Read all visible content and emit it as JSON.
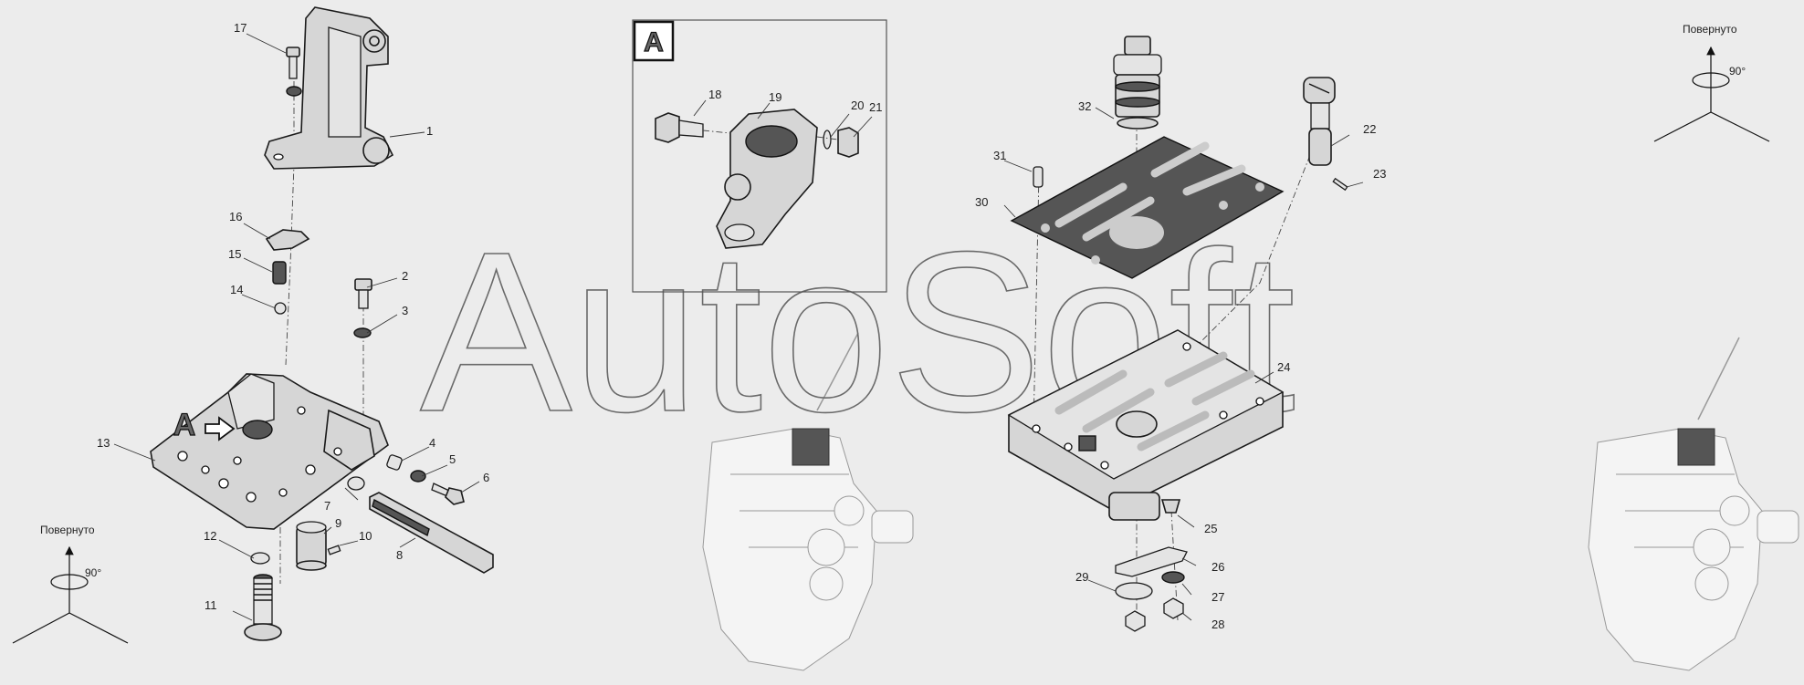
{
  "view_label": "A",
  "detail_box_label": "A",
  "rotation_notes": [
    {
      "text": "Повернуто",
      "angle": "90°"
    },
    {
      "text": "Повернуто",
      "angle": "90°"
    }
  ],
  "watermark": "AutoSoft",
  "callouts": [
    "1",
    "2",
    "3",
    "4",
    "5",
    "6",
    "7",
    "8",
    "9",
    "10",
    "11",
    "12",
    "13",
    "14",
    "15",
    "16",
    "17",
    "18",
    "19",
    "20",
    "21",
    "22",
    "23",
    "24",
    "25",
    "26",
    "27",
    "28",
    "29",
    "30",
    "31",
    "32"
  ],
  "colors": {
    "background": "#ececec",
    "line": "#1a1a1a",
    "part_fill": "#d6d6d6",
    "dark_fill": "#555555"
  }
}
